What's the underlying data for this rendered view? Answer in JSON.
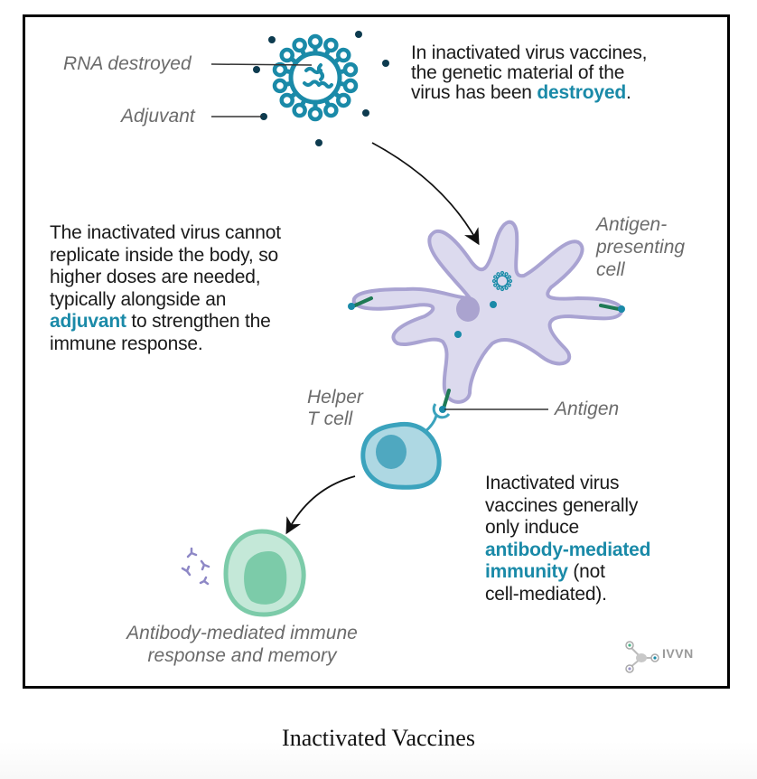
{
  "figure": {
    "caption": "Inactivated Vaccines",
    "logo_text": "IVVN"
  },
  "labels": {
    "rna_destroyed": "RNA destroyed",
    "adjuvant": "Adjuvant",
    "apc_line1": "Antigen-",
    "apc_line2": "presenting",
    "apc_line3": "cell",
    "helper_line1": "Helper",
    "helper_line2": "T cell",
    "antigen": "Antigen",
    "response_line1": "Antibody-mediated immune",
    "response_line2": "response and memory"
  },
  "texts": {
    "top_right": {
      "line1": "In inactivated virus vaccines,",
      "line2": "the genetic material of the",
      "line3_pre": "virus has been ",
      "line3_bold": "destroyed",
      "line3_post": "."
    },
    "left": {
      "line1": "The inactivated virus cannot",
      "line2": "replicate inside the body, so",
      "line3": "higher doses are needed,",
      "line4": "typically alongside an",
      "line5_bold": "adjuvant",
      "line5_post": " to strengthen the",
      "line6": "immune response."
    },
    "bottom_right": {
      "line1": "Inactivated virus",
      "line2": "vaccines generally",
      "line3": "only induce",
      "line4_bold": "antibody-mediated",
      "line5_bold": "immunity",
      "line5_post": " (not",
      "line6": "cell-mediated)."
    }
  },
  "colors": {
    "virus": "#1a8aa8",
    "adjuvant_dot": "#0d3b4f",
    "apc_fill": "#dcdaee",
    "apc_stroke": "#a9a3d2",
    "tcell_fill": "#aed8e3",
    "tcell_stroke": "#3ba3bd",
    "bcell_fill": "#c4e8d8",
    "bcell_stroke": "#7ccba9",
    "antigen_stem": "#1f7a55",
    "highlight_text": "#1a8aa8"
  }
}
